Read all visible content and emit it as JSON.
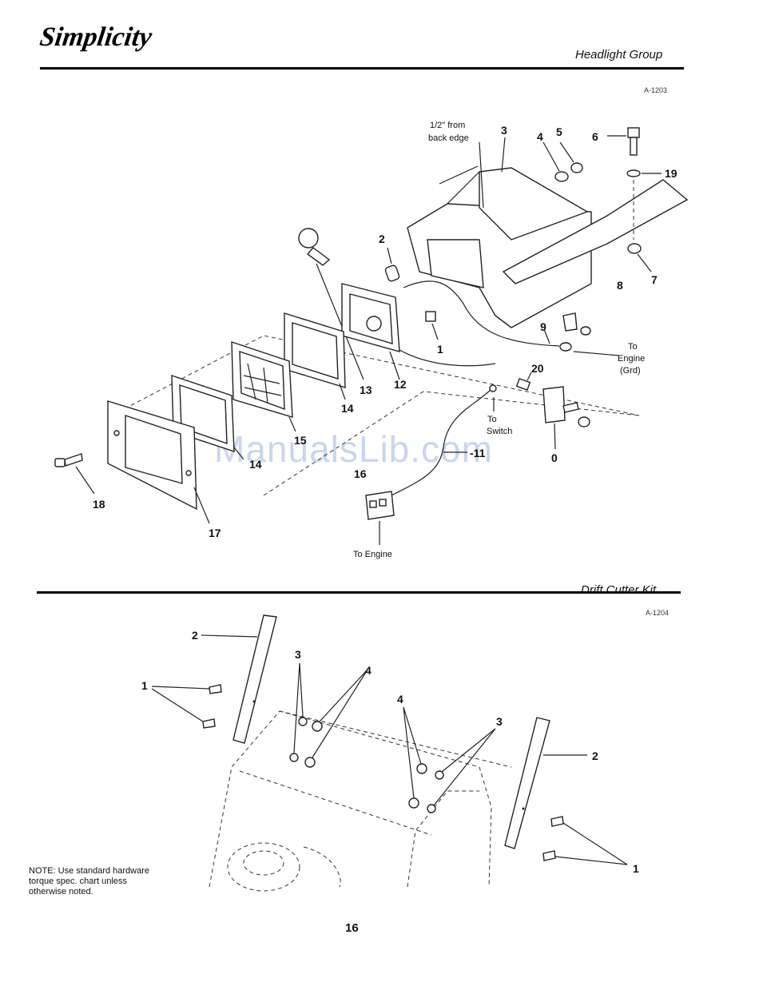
{
  "header": {
    "brand": "Simplicity",
    "section1_title": "Headlight Group",
    "section1_code": "A-1203",
    "section2_title": "Drift Cutter Kit",
    "section2_code": "A-1204"
  },
  "headlight_callouts": {
    "c1": "1",
    "c2": "2",
    "c3": "3",
    "c4": "4",
    "c5": "5",
    "c6": "6",
    "c7": "7",
    "c8": "8",
    "c9": "9",
    "c10": "0",
    "c11": "-11",
    "c12": "12",
    "c13": "13",
    "c14a": "14",
    "c14b": "14",
    "c15": "15",
    "c16": "16",
    "c17": "17",
    "c18": "18",
    "c19": "19",
    "c20": "20"
  },
  "headlight_notes": {
    "half_inch_l1": "1/2\" from",
    "half_inch_l2": "back edge",
    "to_engine_grd_l1": "To",
    "to_engine_grd_l2": "Engine",
    "to_engine_grd_l3": "(Grd)",
    "to_switch_l1": "To",
    "to_switch_l2": "Switch",
    "to_engine": "To Engine"
  },
  "drift_callouts": {
    "c1a": "1",
    "c1b": "1",
    "c2a": "2",
    "c2b": "2",
    "c3a": "3",
    "c3b": "3",
    "c4a": "4",
    "c4b": "4"
  },
  "note": {
    "line1": "NOTE: Use standard hardware",
    "line2": "torque spec. chart unless",
    "line3": "otherwise noted."
  },
  "page_number": "16",
  "watermark": "ManualsLib.com"
}
